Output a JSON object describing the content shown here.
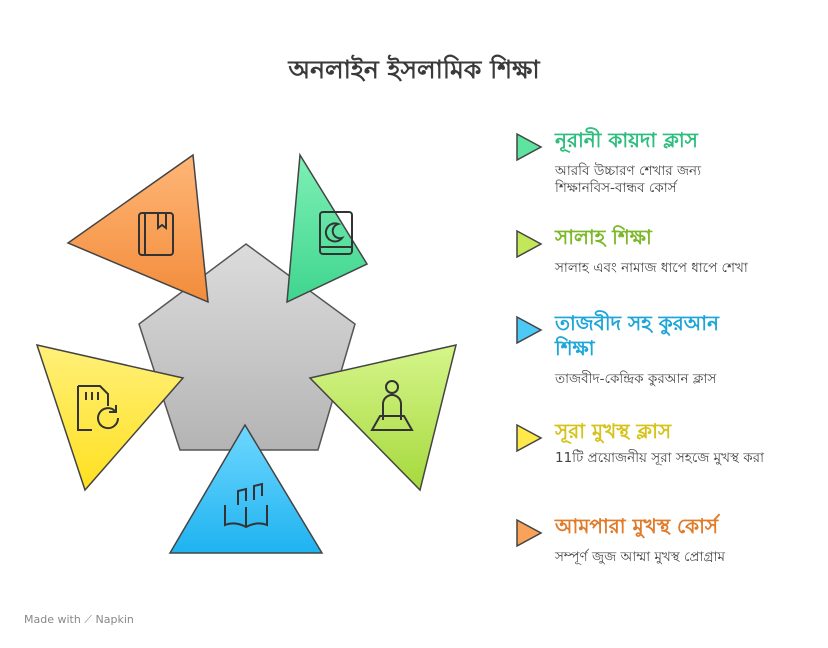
{
  "title": "অনলাইন ইসলামিক শিক্ষা",
  "items": [
    {
      "heading": "নূরানী কায়দা ক্লাস",
      "description": "আরবি উচ্চারণ শেখার জন্য শিক্ষানবিস-বান্ধব কোর্স",
      "color": "#2dbd7e",
      "icon": "quran-book-icon"
    },
    {
      "heading": "সালাহ শিক্ষা",
      "description": "সালাহ এবং নামাজ ধাপে ধাপে শেখা",
      "color": "#7db82b",
      "icon": "prayer-person-icon"
    },
    {
      "heading": "তাজবীদ সহ কুরআন শিক্ষা",
      "description": "তাজবীদ-কেন্দ্রিক কুরআন ক্লাস",
      "color": "#1ea6d8",
      "icon": "music-book-icon"
    },
    {
      "heading": "সূরা মুখস্থ ক্লাস",
      "description": "11টি প্রয়োজনীয় সূরা সহজে মুখস্থ করা",
      "color": "#d6c31a",
      "icon": "memory-card-repeat-icon"
    },
    {
      "heading": "আমপারা মুখস্থ কোর্স",
      "description": "সম্পূর্ণ জুজ আম্মা মুখস্থ প্রোগ্রাম",
      "color": "#e07b2a",
      "icon": "bookmark-book-icon"
    }
  ],
  "footer": "Made with ⟋ Napkin"
}
